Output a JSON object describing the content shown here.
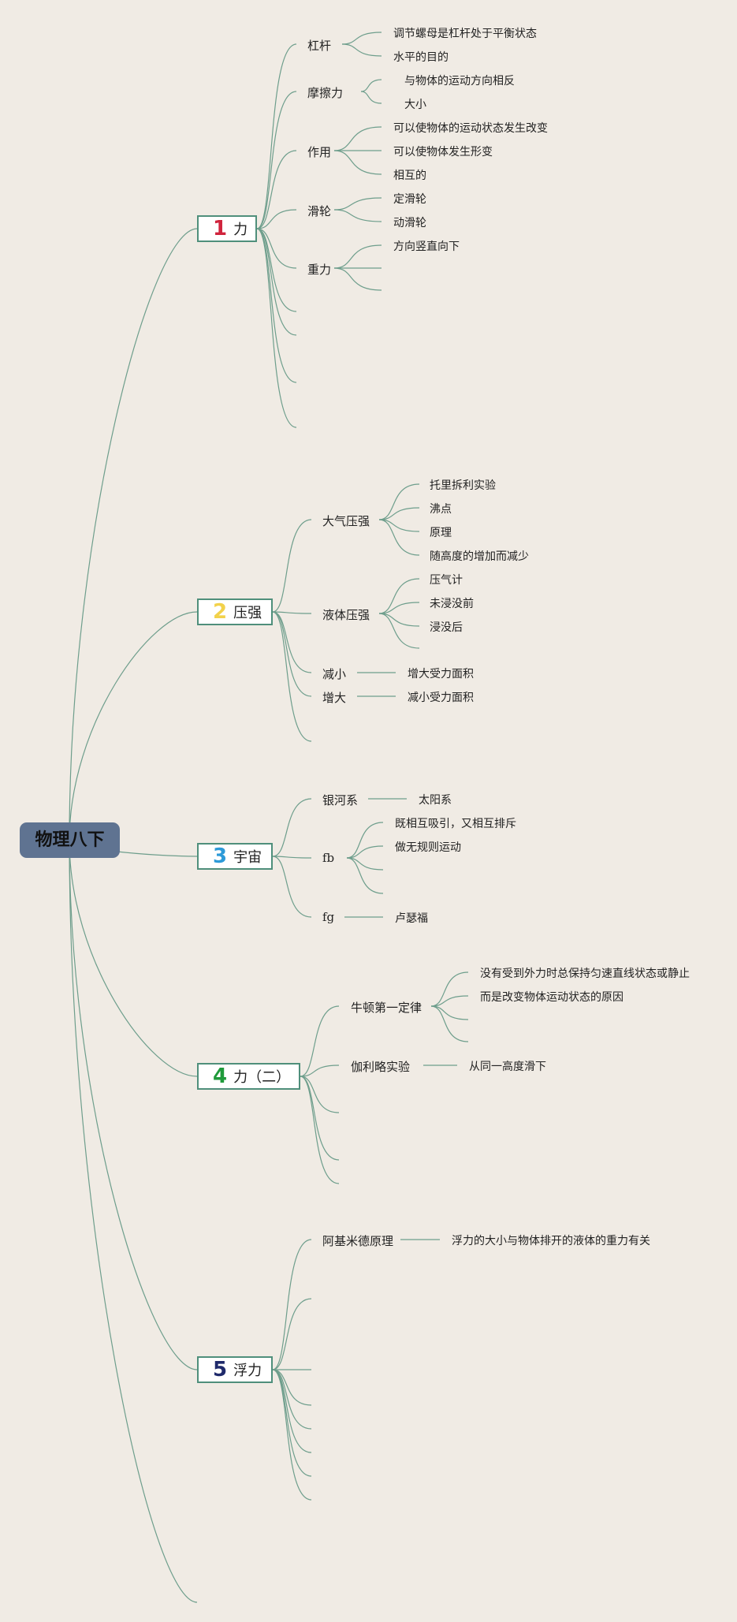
{
  "root": {
    "label": "物理八下"
  },
  "branches": [
    {
      "id": "b1",
      "number": "1",
      "label": "力",
      "number_color": "#d0243d",
      "topics": [
        {
          "label": "杠杆",
          "items": [
            "调节螺母是杠杆处于平衡状态",
            "水平的目的"
          ]
        },
        {
          "label": "摩擦力",
          "items": [
            "与物体的运动方向相反",
            "大小"
          ]
        },
        {
          "label": "作用",
          "items": [
            "可以使物体的运动状态发生改变",
            "可以使物体发生形变",
            "相互的"
          ]
        },
        {
          "label": "滑轮",
          "items": [
            "定滑轮",
            "动滑轮"
          ]
        },
        {
          "label": "重力",
          "items": [
            "方向竖直向下"
          ]
        }
      ]
    },
    {
      "id": "b2",
      "number": "2",
      "label": "压强",
      "number_color": "#f2d24b",
      "topics": [
        {
          "label": "大气压强",
          "items": [
            "托里拆利实验",
            "沸点",
            "原理",
            "随高度的增加而减少"
          ]
        },
        {
          "label": "液体压强",
          "items": [
            "压气计",
            "未浸没前",
            "浸没后"
          ]
        },
        {
          "label": "减小",
          "items": [
            "增大受力面积"
          ]
        },
        {
          "label": "增大",
          "items": [
            "减小受力面积"
          ]
        }
      ]
    },
    {
      "id": "b3",
      "number": "3",
      "label": "宇宙",
      "number_color": "#2d9ad8",
      "topics": [
        {
          "label": "银河系",
          "items": [
            "太阳系"
          ]
        },
        {
          "label": "fb",
          "items": [
            "既相互吸引，又相互排斥",
            "做无规则运动"
          ]
        },
        {
          "label": "fg",
          "items": [
            "卢瑟福"
          ]
        }
      ]
    },
    {
      "id": "b4",
      "number": "4",
      "label": "力（二）",
      "number_color": "#1f9a3a",
      "topics": [
        {
          "label": "牛顿第一定律",
          "items": [
            "没有受到外力时总保持匀速直线状态或静止",
            "而是改变物体运动状态的原因"
          ]
        },
        {
          "label": "伽利略实验",
          "items": [
            "从同一高度滑下"
          ]
        }
      ]
    },
    {
      "id": "b5",
      "number": "5",
      "label": "浮力",
      "number_color": "#1f2a6b",
      "topics": [
        {
          "label": "阿基米德原理",
          "items": [
            "浮力的大小与物体排开的液体的重力有关"
          ]
        }
      ]
    }
  ],
  "colors": {
    "background": "#f0ebe4",
    "line": "#6e9e8c",
    "root_fill": "#5f7391",
    "branch_border": "#4f8f7b"
  }
}
